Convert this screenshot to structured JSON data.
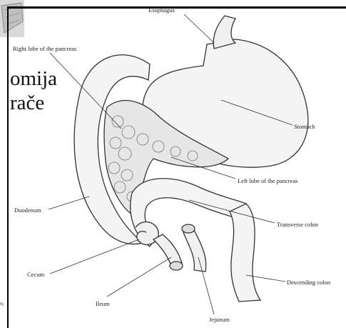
{
  "slide": {
    "title_lines": [
      "omija",
      "rače"
    ],
    "footer": "nj"
  },
  "diagram": {
    "labels": {
      "esophagus": "Esophagus",
      "right_lobe": "Right lobe of the pancreas",
      "stomach": "Stomach",
      "left_lobe": "Left lobe of the pancreas",
      "duodenum": "Duodenum",
      "transverse_colon": "Transverse colon",
      "cecum": "Cecum",
      "descending_colon": "Descending colon",
      "ileum": "Ileum",
      "jejunum": "Jejunum"
    }
  },
  "colors": {
    "rule": "#000000",
    "organ_fill": "#f4f4f4",
    "organ_stroke": "#333333",
    "pancreas_fill": "#e6e6e6"
  }
}
